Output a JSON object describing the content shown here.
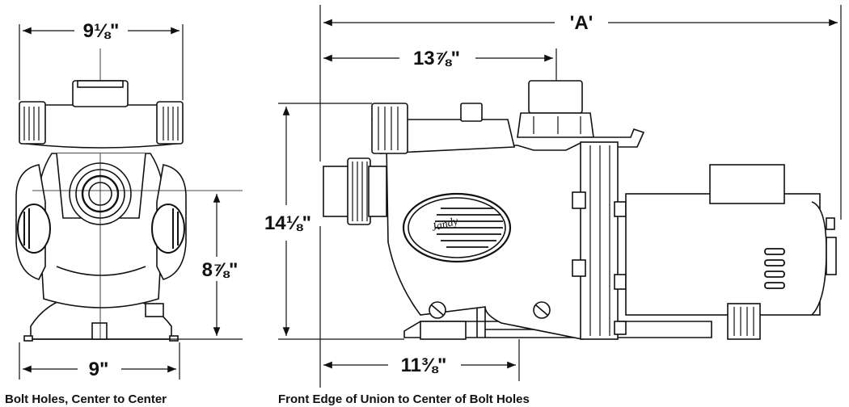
{
  "dimensions": {
    "front_width": "9⅛\"",
    "front_base_width": "9\"",
    "front_height": "8⅞\"",
    "side_overall": "'A'",
    "side_top": "13⅞\"",
    "side_height": "14⅛\"",
    "side_bottom": "11⅜\""
  },
  "captions": {
    "left": "Bolt Holes, Center to Center",
    "right": "Front Edge of Union to Center of Bolt Holes"
  },
  "logo_text": "Jandy"
}
